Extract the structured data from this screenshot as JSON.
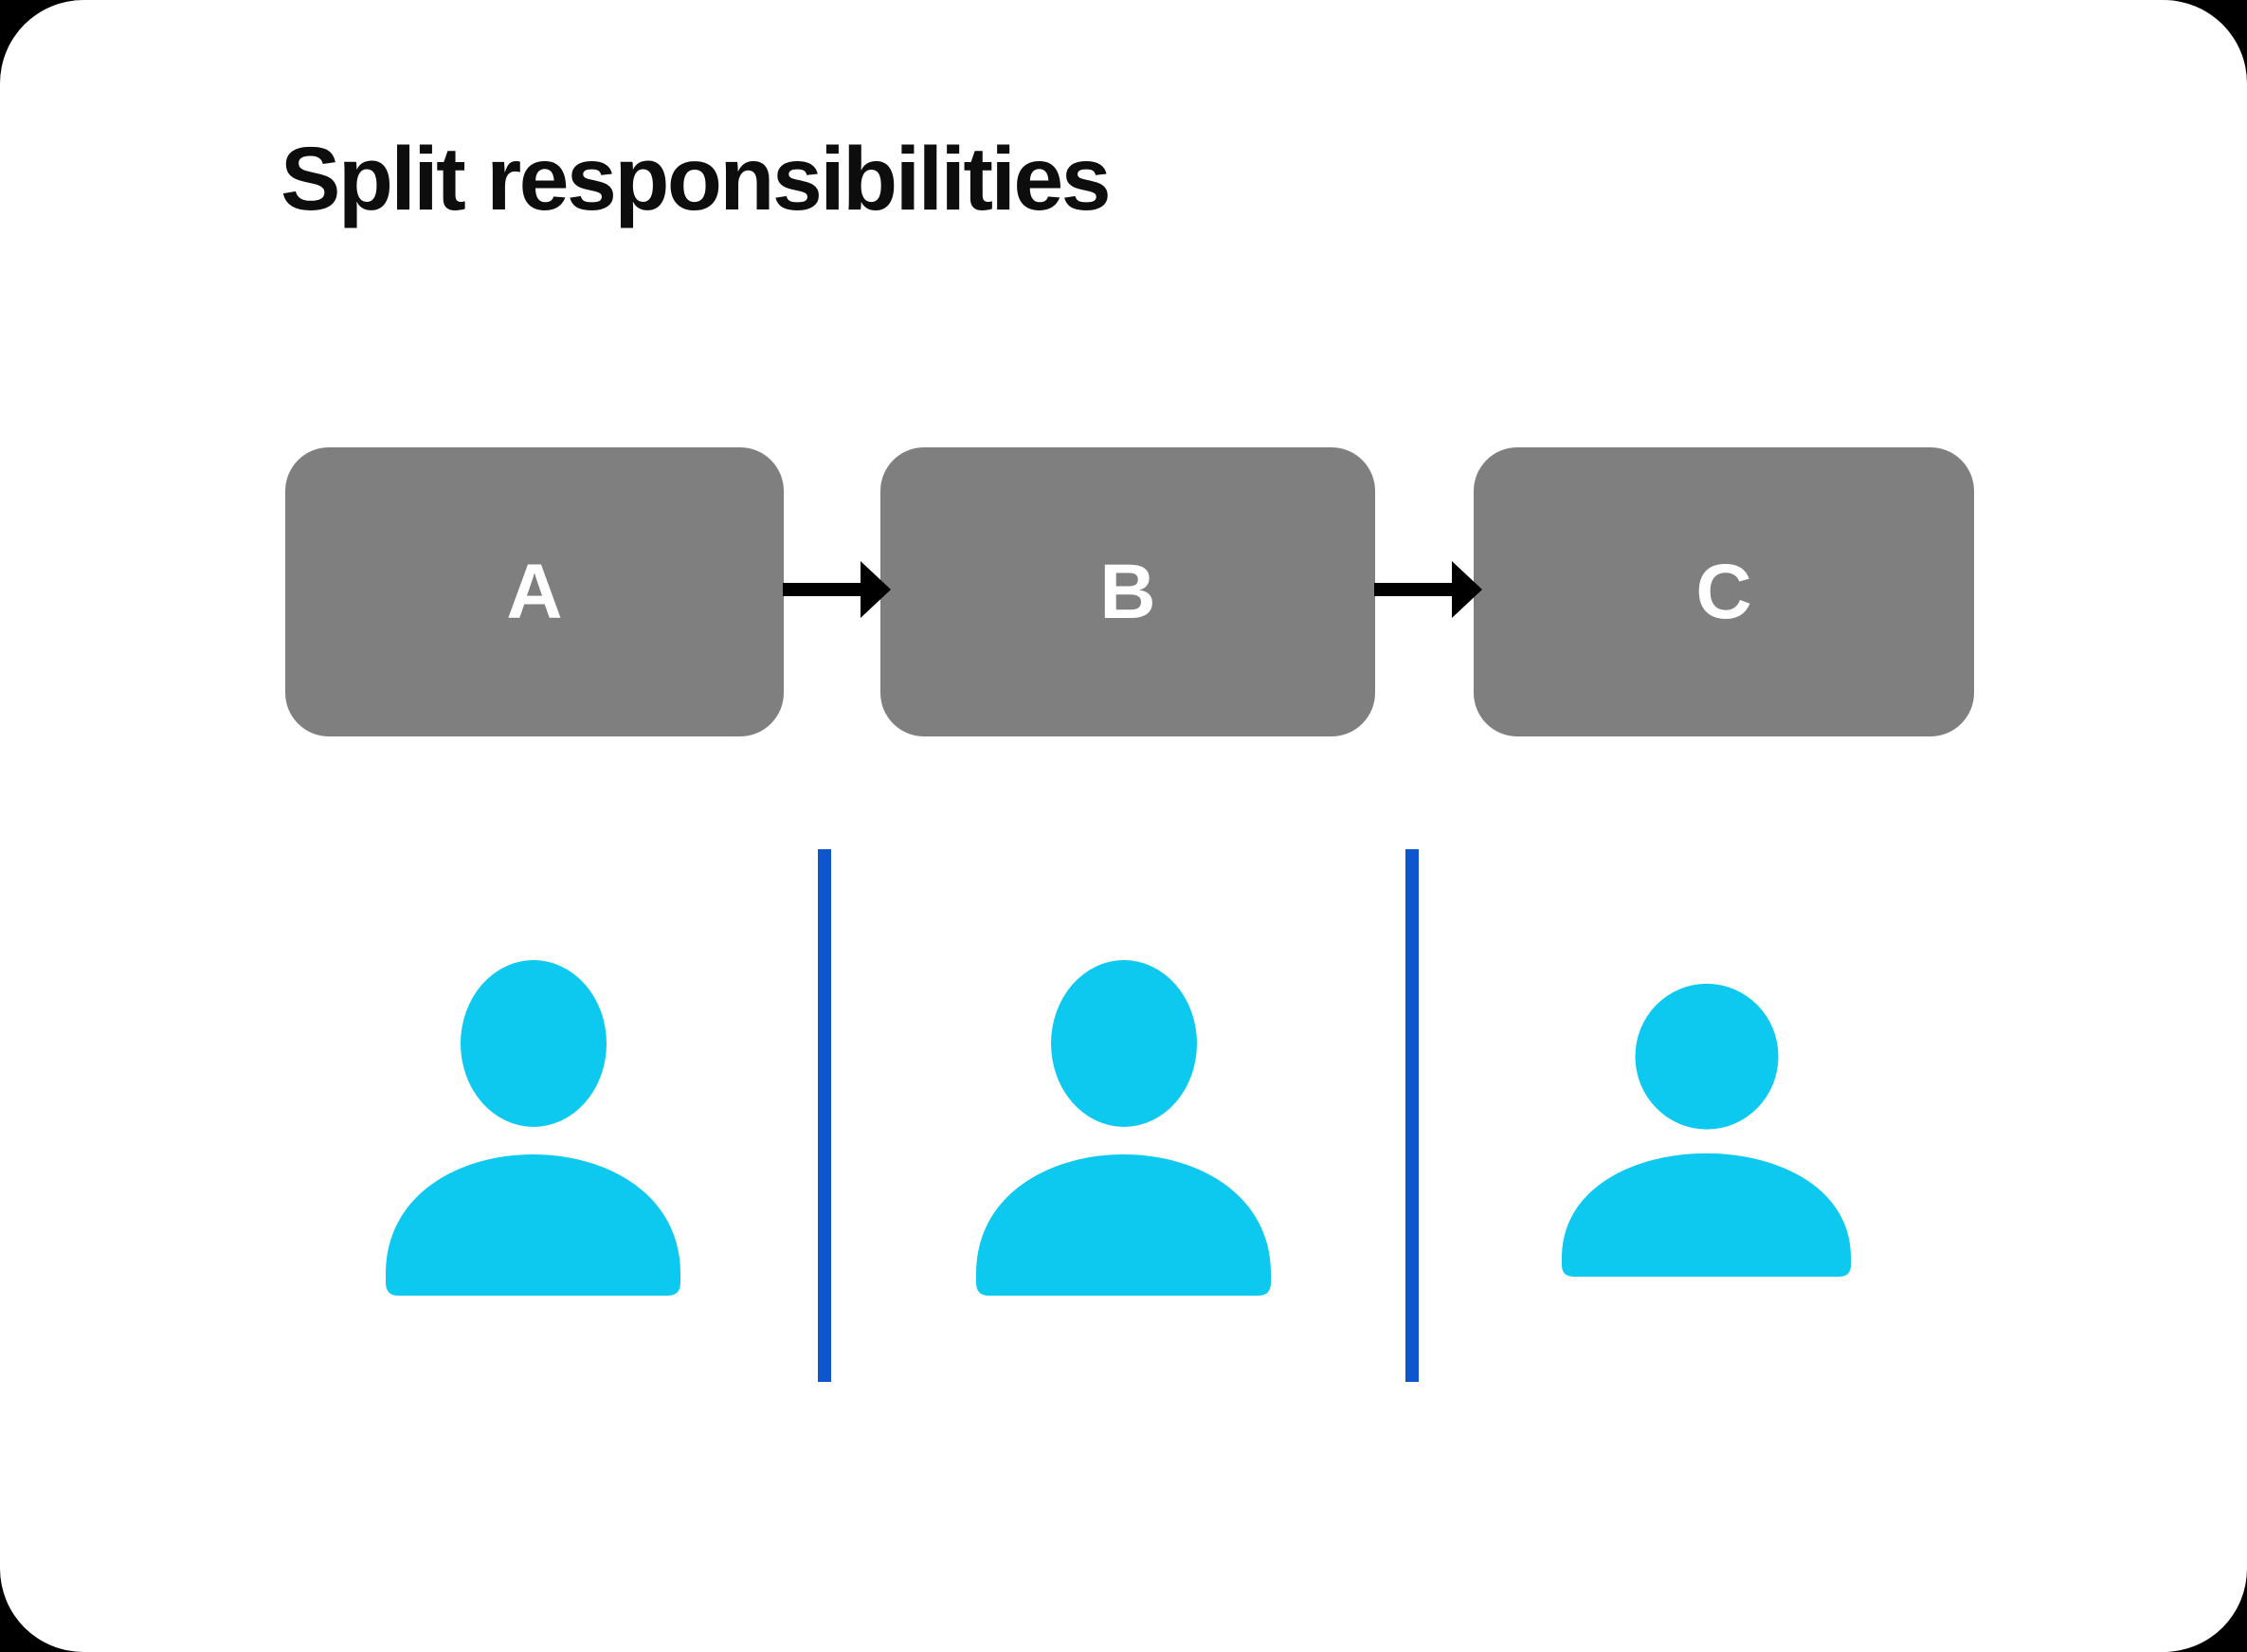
{
  "slide": {
    "title": "Split responsibilities"
  },
  "flow": {
    "steps": [
      {
        "label": "A"
      },
      {
        "label": "B"
      },
      {
        "label": "C"
      }
    ],
    "connector_icon": "arrow-right-icon",
    "connector_count": 2
  },
  "team": {
    "member_icon": "person-icon",
    "member_count": 3,
    "divider_count": 2
  },
  "colors": {
    "canvas_background": "#000000",
    "card_background": "#ffffff",
    "step_box": "#7f7f7f",
    "step_label": "#ffffff",
    "arrow": "#000000",
    "person": "#0ec9ef",
    "divider": "#0d56cd",
    "title": "#0d0d0d"
  }
}
